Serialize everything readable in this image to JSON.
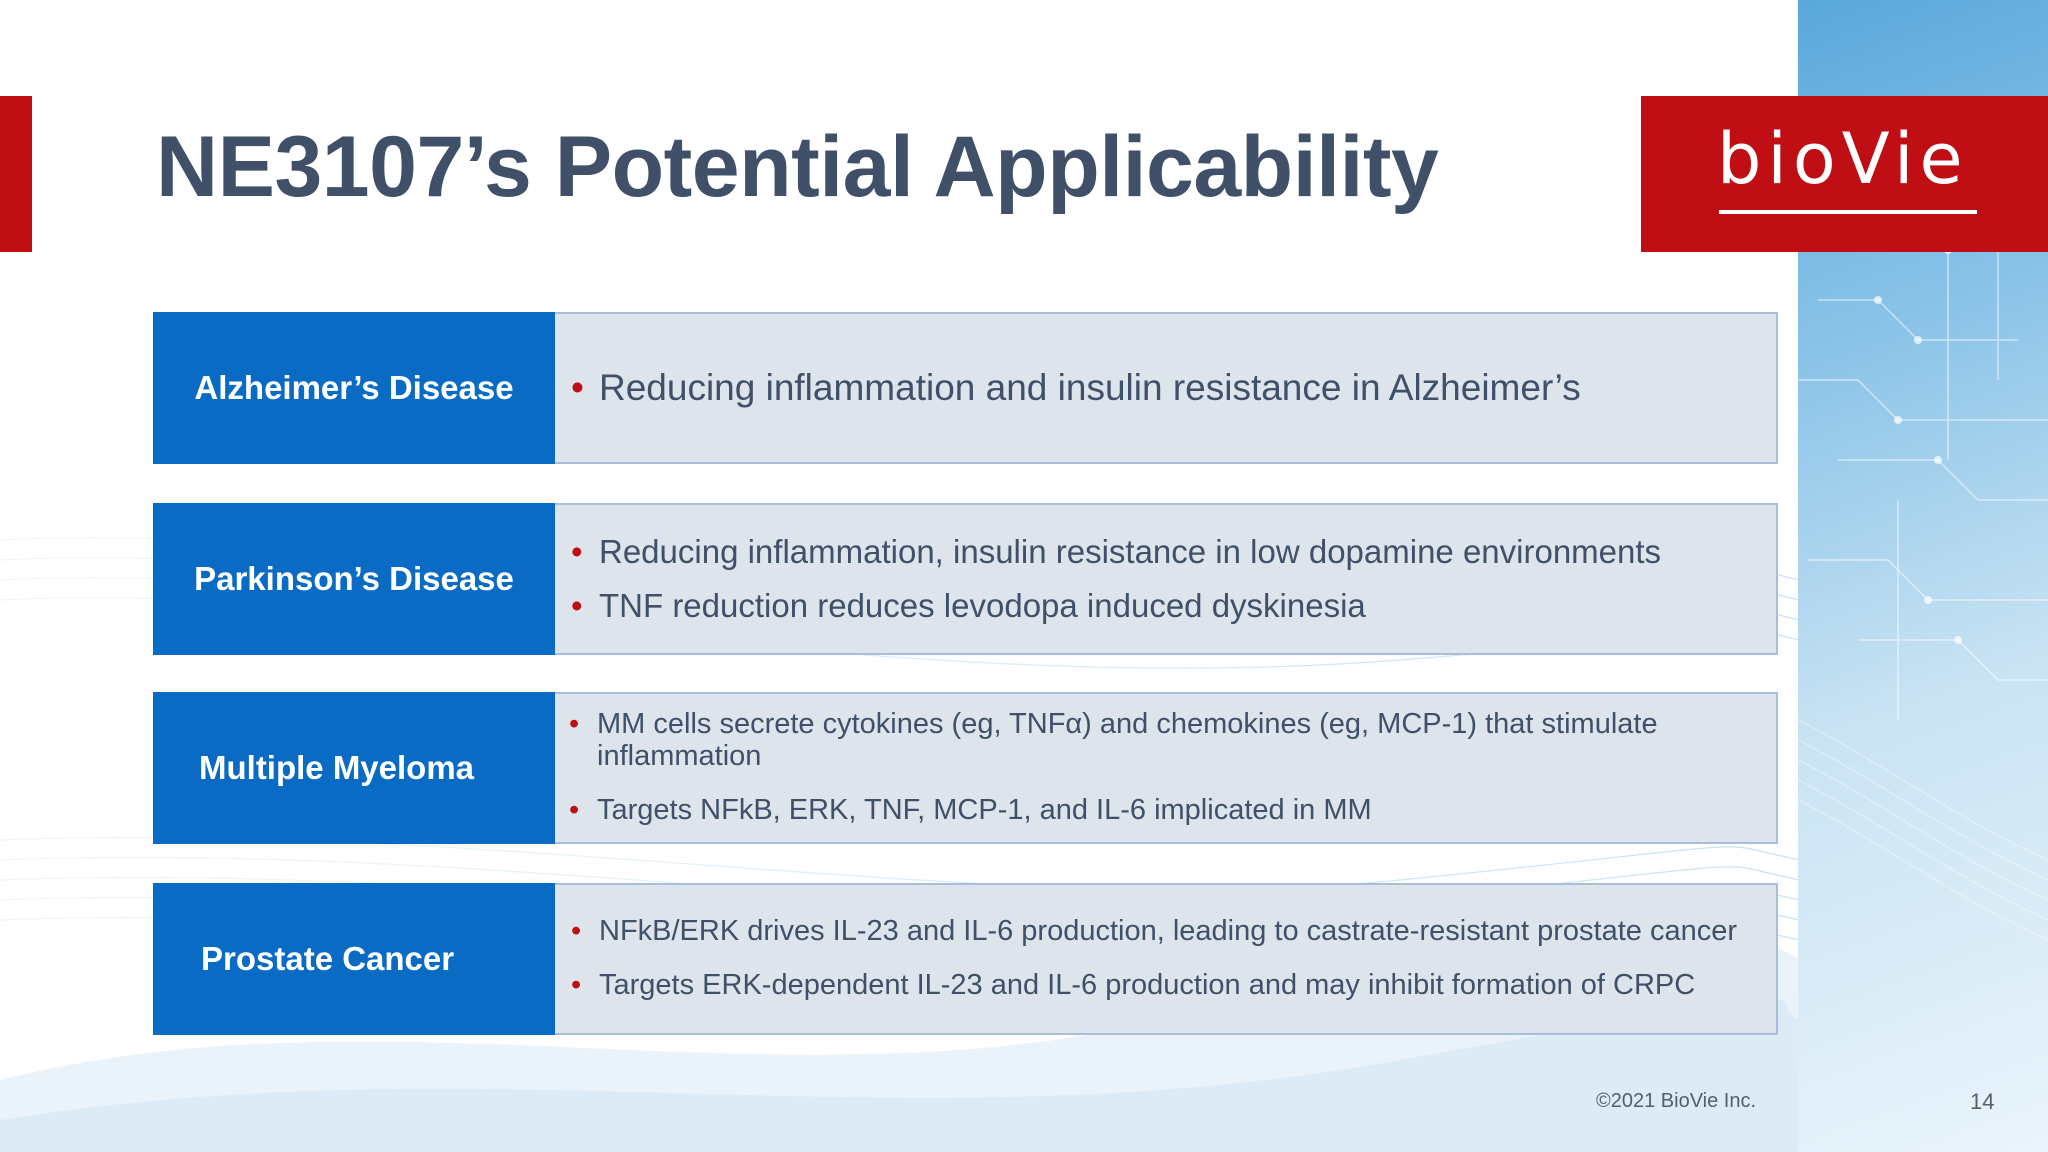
{
  "slide": {
    "title": "NE3107’s Potential Applicability",
    "logo_text": "bioVie",
    "copyright": "©2021 BioVie Inc.",
    "page_number": "14"
  },
  "rows": [
    {
      "label": "Alzheimer’s Disease",
      "bullets": [
        "Reducing inflammation and insulin resistance in Alzheimer’s"
      ]
    },
    {
      "label": "Parkinson’s Disease",
      "bullets": [
        "Reducing inflammation, insulin resistance in low dopamine environments",
        "TNF reduction reduces levodopa induced dyskinesia"
      ]
    },
    {
      "label": "Multiple Myeloma",
      "bullets": [
        "MM cells secrete cytokines (eg, TNFα) and chemokines (eg, MCP-1) that stimulate inflammation",
        "Targets NFkB, ERK, TNF, MCP-1, and IL-6 implicated in MM"
      ]
    },
    {
      "label": "Prostate Cancer",
      "bullets": [
        "NFkB/ERK drives IL-23 and IL-6 production, leading to castrate-resistant prostate cancer",
        "Targets ERK-dependent IL-23 and IL-6 production and may inhibit formation of CRPC"
      ]
    }
  ],
  "colors": {
    "brand_red": "#c00f14",
    "label_blue": "#0a6bc4",
    "title_slate": "#3f5068",
    "body_fill": "#dde4ec"
  }
}
